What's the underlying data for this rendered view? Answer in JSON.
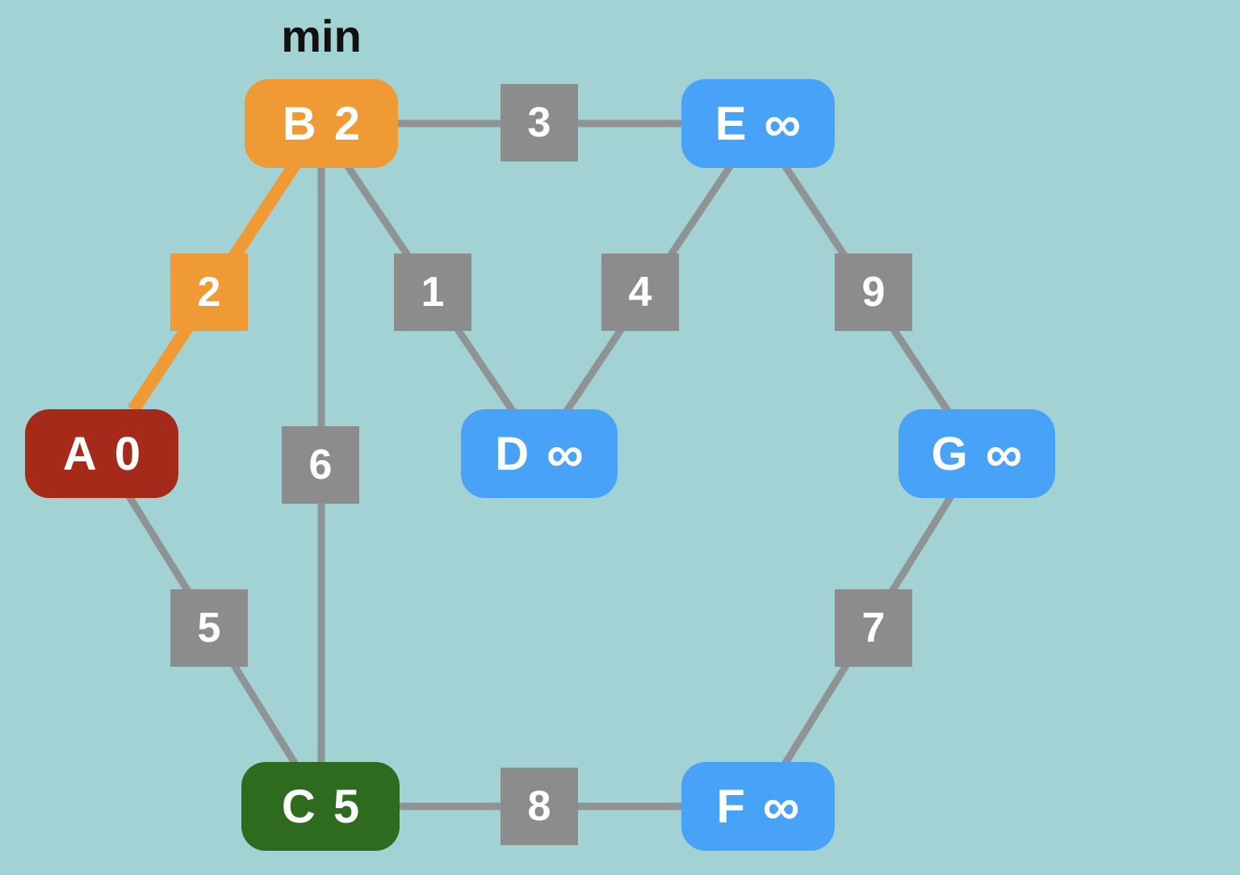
{
  "annotation": "min",
  "colors": {
    "background": "#a3d2d4",
    "edge": "#8f9393",
    "weight_box": "#8c8c8c",
    "highlight": "#ef9a35",
    "source": "#a52a1a",
    "visited": "#2e6b1f",
    "unvisited": "#48a2f7"
  },
  "nodes": [
    {
      "id": "A",
      "letter": "A",
      "dist": "0",
      "state": "source",
      "color": "#a52a1a"
    },
    {
      "id": "B",
      "letter": "B",
      "dist": "2",
      "state": "current-min",
      "color": "#ef9a35"
    },
    {
      "id": "C",
      "letter": "C",
      "dist": "5",
      "state": "visited",
      "color": "#2e6b1f"
    },
    {
      "id": "D",
      "letter": "D",
      "dist": "∞",
      "state": "unvisited",
      "color": "#48a2f7"
    },
    {
      "id": "E",
      "letter": "E",
      "dist": "∞",
      "state": "unvisited",
      "color": "#48a2f7"
    },
    {
      "id": "F",
      "letter": "F",
      "dist": "∞",
      "state": "unvisited",
      "color": "#48a2f7"
    },
    {
      "id": "G",
      "letter": "G",
      "dist": "∞",
      "state": "unvisited",
      "color": "#48a2f7"
    }
  ],
  "edges": [
    {
      "from": "A",
      "to": "B",
      "weight": "2",
      "highlighted": true
    },
    {
      "from": "A",
      "to": "C",
      "weight": "5",
      "highlighted": false
    },
    {
      "from": "B",
      "to": "C",
      "weight": "6",
      "highlighted": false
    },
    {
      "from": "B",
      "to": "D",
      "weight": "1",
      "highlighted": false
    },
    {
      "from": "B",
      "to": "E",
      "weight": "3",
      "highlighted": false
    },
    {
      "from": "D",
      "to": "E",
      "weight": "4",
      "highlighted": false
    },
    {
      "from": "E",
      "to": "G",
      "weight": "9",
      "highlighted": false
    },
    {
      "from": "C",
      "to": "F",
      "weight": "8",
      "highlighted": false
    },
    {
      "from": "F",
      "to": "G",
      "weight": "7",
      "highlighted": false
    }
  ]
}
